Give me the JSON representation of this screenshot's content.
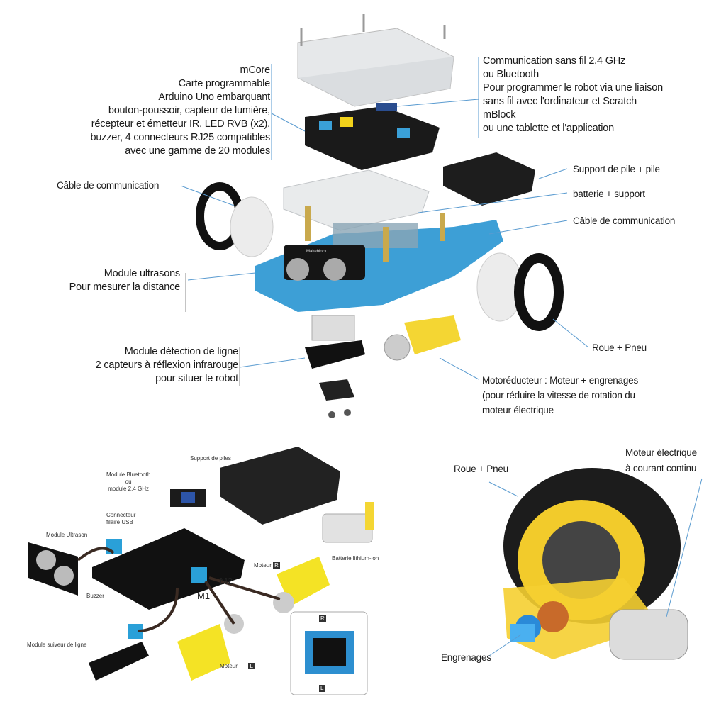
{
  "top_diagram": {
    "mcore": [
      "mCore",
      "Carte programmable",
      "Arduino Uno embarquant",
      "bouton-poussoir, capteur de lumière,",
      "récepteur et émetteur IR, LED RVB (x2),",
      "buzzer, 4 connecteurs RJ25 compatibles",
      "avec une gamme de 20 modules"
    ],
    "wireless": [
      "Communication sans fil 2,4 GHz",
      "ou Bluetooth",
      "Pour programmer le robot via une liaison",
      "sans fil avec l'ordinateur et Scratch",
      "mBlock",
      "ou une tablette et l'application"
    ],
    "battery_holder": "Support de pile + pile",
    "battery_support": "batterie + support",
    "cable_right": "Câble de communication",
    "cable_left": "Câble de communication",
    "ultrasonic": [
      "Module ultrasons",
      "Pour mesurer la distance"
    ],
    "wheel": "Roue + Pneu",
    "line_detection": [
      "Module détection de ligne",
      "2 capteurs à réflexion infrarouge",
      "pour situer le robot"
    ],
    "gearmotor": [
      "Motoréducteur : Moteur + engrenages",
      "(pour réduire la vitesse de rotation du",
      "moteur électrique"
    ],
    "board_logo": "Makeblock"
  },
  "bottom_left": {
    "battery_holder": "Support de piles",
    "bluetooth": [
      "Module Bluetooth",
      "ou",
      "module 2,4 GHz"
    ],
    "usb": [
      "Connecteur",
      "filaire USB"
    ],
    "ultrasonic": "Module Ultrason",
    "battery": "Batterie lithium-ion",
    "motor_r": "Moteur",
    "motor_r_tag": "R",
    "m2": "M2",
    "m1": "M1",
    "buzzer": "Buzzer",
    "line_follower": "Module suiveur de ligne",
    "motor_l": "Moteur",
    "motor_l_tag": "L",
    "inset_r": "R",
    "inset_l": "L"
  },
  "bottom_right": {
    "motor": [
      "Moteur électrique",
      "à courant continu"
    ],
    "wheel": "Roue + Pneu",
    "gears": "Engrenages"
  }
}
